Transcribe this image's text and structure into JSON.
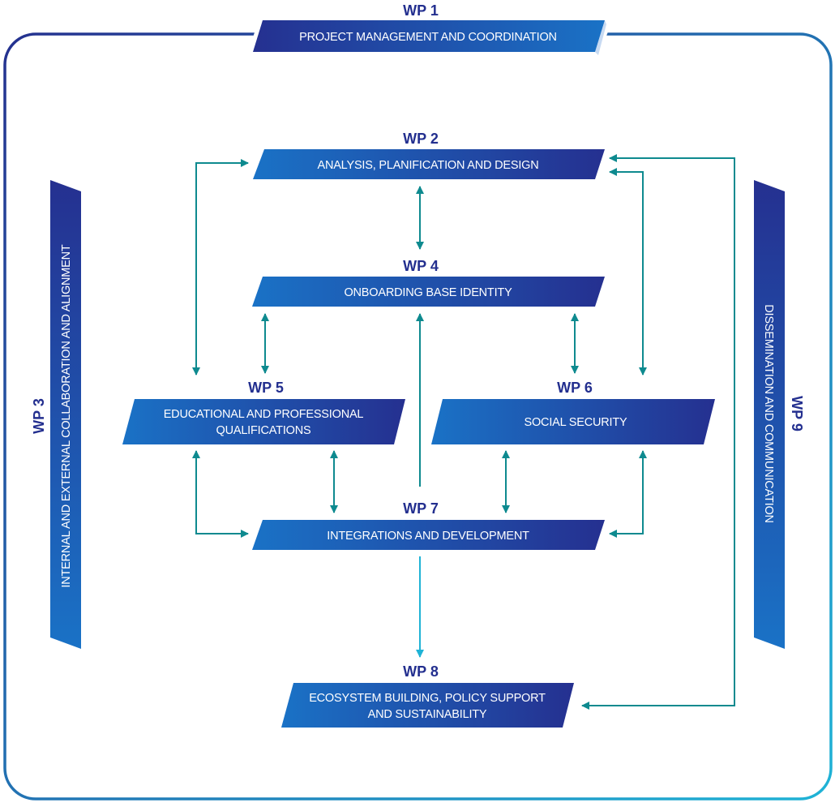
{
  "colors": {
    "navy": "#232f8f",
    "blue": "#1a6fc4",
    "teal_arrow": "#0e8a8f",
    "cyan_arrow": "#1fb3d6",
    "frame_start": "#24318f",
    "frame_end": "#1fb3d6"
  },
  "wp1": {
    "tag": "WP 1",
    "title": "PROJECT MANAGEMENT AND COORDINATION"
  },
  "wp2": {
    "tag": "WP 2",
    "title": "ANALYSIS, PLANIFICATION AND DESIGN"
  },
  "wp3": {
    "tag": "WP 3",
    "title": "INTERNAL AND EXTERNAL COLLABORATION AND ALIGNMENT"
  },
  "wp4": {
    "tag": "WP 4",
    "title": "ONBOARDING BASE IDENTITY"
  },
  "wp5": {
    "tag": "WP 5",
    "title_line1": "EDUCATIONAL AND PROFESSIONAL",
    "title_line2": "QUALIFICATIONS"
  },
  "wp6": {
    "tag": "WP 6",
    "title": "SOCIAL SECURITY"
  },
  "wp7": {
    "tag": "WP 7",
    "title": "INTEGRATIONS AND DEVELOPMENT"
  },
  "wp8": {
    "tag": "WP 8",
    "title_line1": "ECOSYSTEM BUILDING, POLICY SUPPORT",
    "title_line2": "AND SUSTAINABILITY"
  },
  "wp9": {
    "tag": "WP 9",
    "title": "DISSEMINATION AND COMMUNICATION"
  }
}
